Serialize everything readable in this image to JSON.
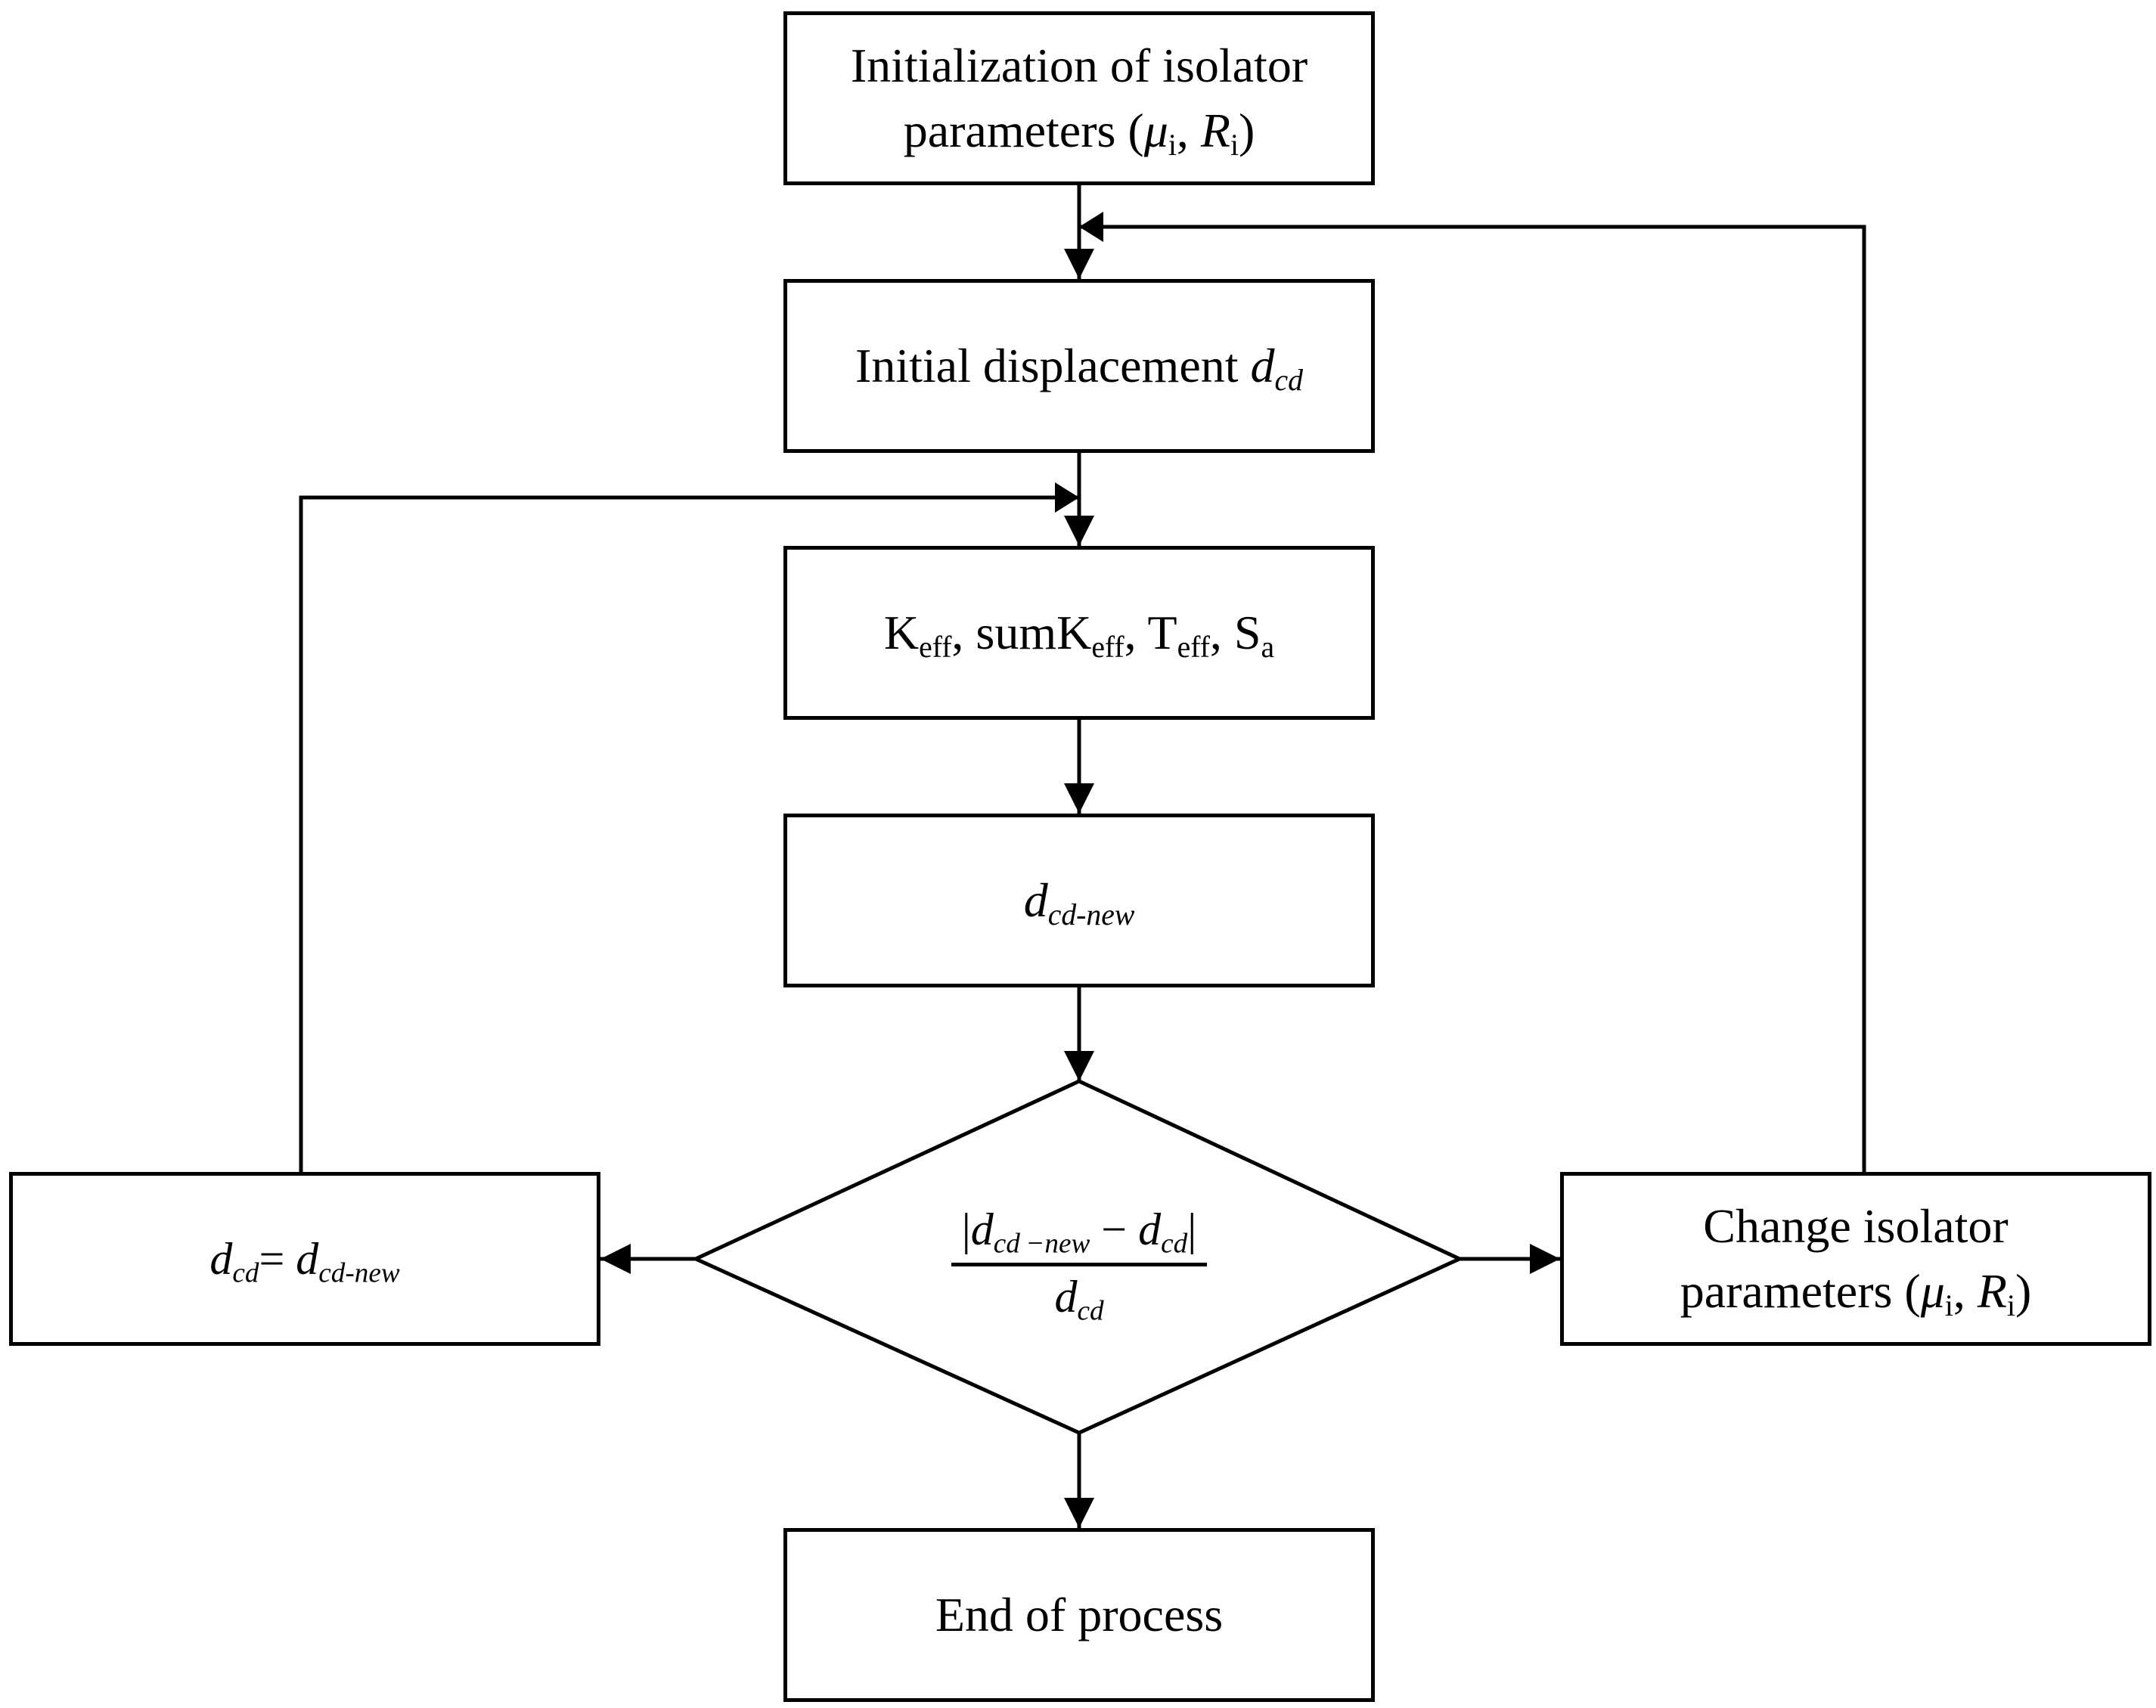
{
  "nodes": {
    "initialize": {
      "line1": "Initialization of isolator",
      "line2_prefix": "parameters (",
      "mu": "μ",
      "mu_sub": "i",
      "sep": ", ",
      "r": "R",
      "r_sub": "i",
      "close": ")"
    },
    "initial_displacement": {
      "prefix": "Initial displacement ",
      "var": "d",
      "var_sub": "cd"
    },
    "effective_properties": {
      "k": "K",
      "k_sub": "eff",
      "sep1": ", sumK",
      "sumk_sub": "eff",
      "sep2": ", T",
      "t_sub": "eff",
      "sep3": ", S",
      "s_sub": "a"
    },
    "new_displacement": {
      "var": "d",
      "var_sub": "cd-new"
    },
    "convergence_check": {
      "numerator_open": "|",
      "num_var1": "d",
      "num_sub1": "cd −new",
      "minus": " − ",
      "num_var2": "d",
      "num_sub2": "cd",
      "numerator_close": "|",
      "den_var": "d",
      "den_sub": "cd"
    },
    "update_displacement": {
      "lhs": "d",
      "lhs_sub": "cd",
      "eq": "= ",
      "rhs": "d",
      "rhs_sub": "cd-new"
    },
    "change_parameters": {
      "line1": "Change isolator",
      "line2_prefix": "parameters (",
      "mu": "μ",
      "mu_sub": "i",
      "sep": ", ",
      "r": "R",
      "r_sub": "i",
      "close": ")"
    },
    "end": {
      "label": "End of process"
    }
  }
}
